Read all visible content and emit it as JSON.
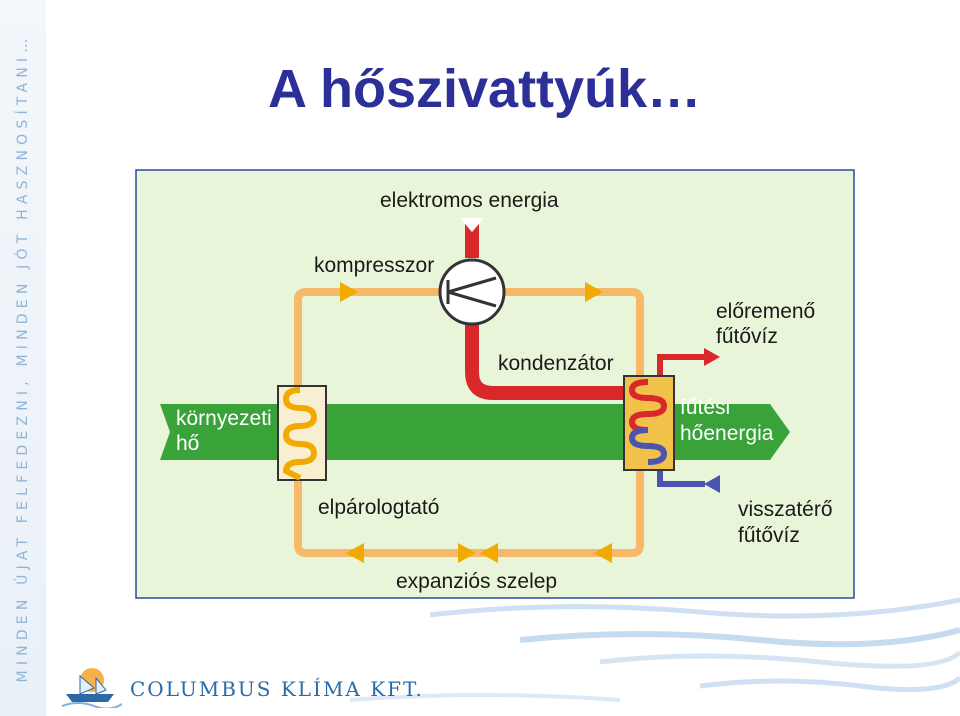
{
  "slide": {
    "title": "A hőszivattyúk…",
    "side_motto": "MINDEN ÚJAT FELFEDEZNI, MINDEN JÓT HASZNOSÍTANI…",
    "company": "COLUMBUS KLÍMA KFT."
  },
  "diagram": {
    "labels": {
      "electric_energy": "elektromos energia",
      "compressor": "kompresszor",
      "condenser": "kondenzátor",
      "flow_water_1": "előremenő",
      "flow_water_2": "fűtővíz",
      "ambient_heat_1": "környezeti",
      "ambient_heat_2": "hő",
      "heating_energy_1": "fűtési",
      "heating_energy_2": "hőenergia",
      "evaporator": "elpárologtató",
      "return_water_1": "visszatérő",
      "return_water_2": "fűtővíz",
      "expansion_valve": "expanziós szelep"
    },
    "colors": {
      "background": "#e8f5d8",
      "border": "#2e4aa0",
      "green_band": "#39a33a",
      "refrigerant_loop": "#f6b96a",
      "electric_line": "#d8282c",
      "return_line": "#4b54b0",
      "arrow": "#f2a900",
      "title": "#2b2f97"
    }
  }
}
